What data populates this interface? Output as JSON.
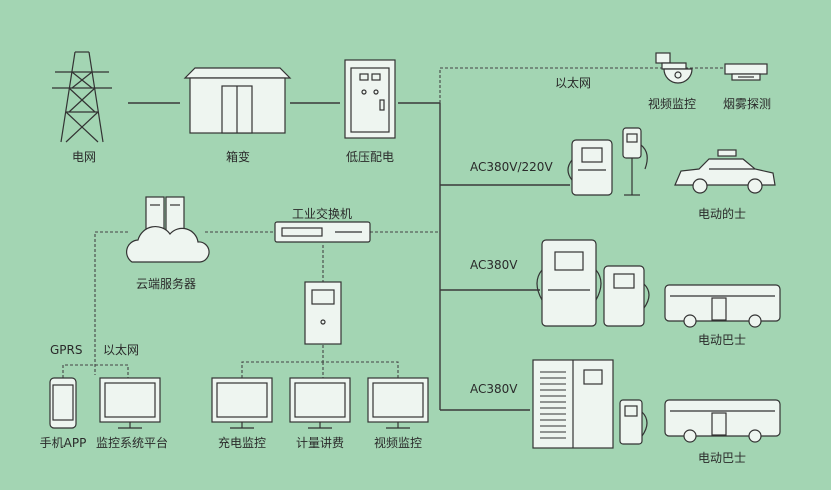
{
  "labels": {
    "grid": "电网",
    "box_transformer": "箱变",
    "low_voltage_dist": "低压配电",
    "ethernet_top": "以太网",
    "video_monitor_top": "视频监控",
    "smoke_detect": "烟雾探测",
    "ac380_220": "AC380V/220V",
    "taxi": "电动的士",
    "industrial_switch": "工业交换机",
    "cloud_server": "云端服务器",
    "ac380_mid": "AC380V",
    "bus_mid": "电动巴士",
    "gprs": "GPRS",
    "ethernet_bottom": "以太网",
    "ac380_low": "AC380V",
    "bus_low": "电动巴士",
    "phone_app": "手机APP",
    "monitor_platform": "监控系统平台",
    "charge_monitor": "充电监控",
    "metering_billing": "计量讲费",
    "video_monitor_bottom": "视频监控"
  }
}
